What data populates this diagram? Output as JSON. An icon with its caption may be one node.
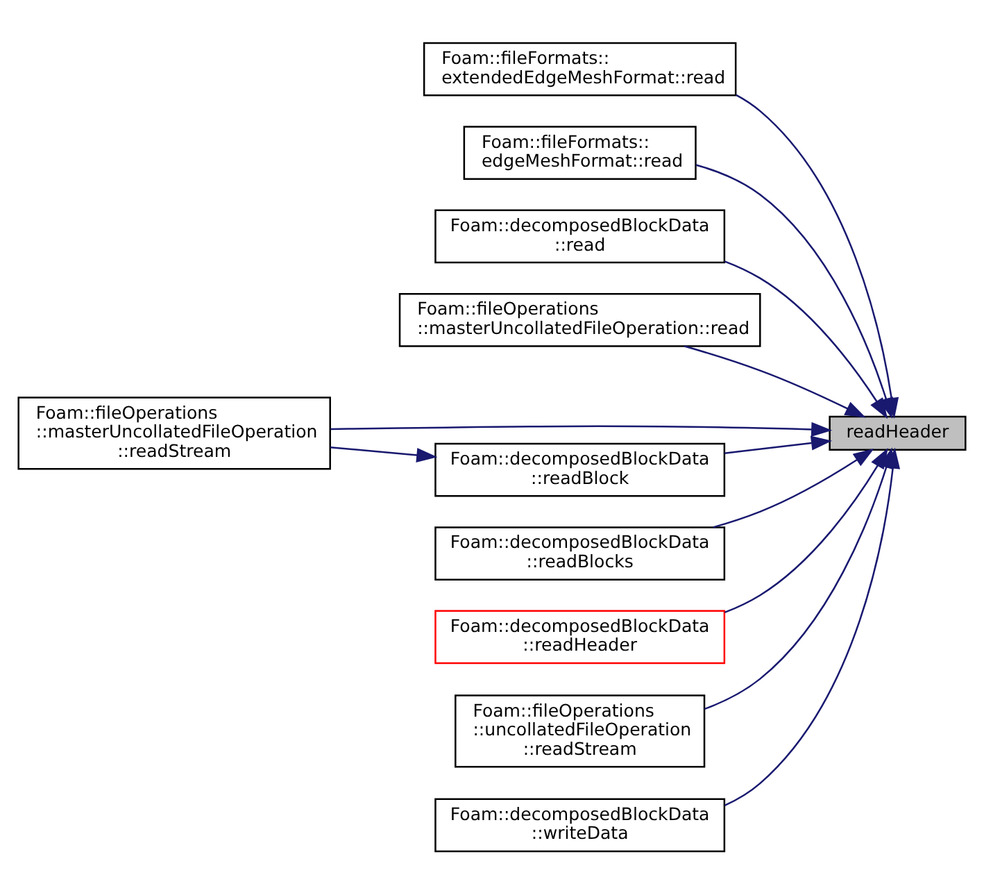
{
  "diagram": {
    "nodes": [
      {
        "text": [
          "readHeader"
        ]
      },
      {
        "text": [
          "Foam::fileFormats:: extendedEdgeMeshFormat::read"
        ]
      },
      {
        "text": [
          "Foam::fileFormats:: edgeMeshFormat::read"
        ]
      },
      {
        "text": [
          "Foam::decomposedBlockData ::read"
        ]
      },
      {
        "text": [
          "Foam::fileOperations ::masterUncollatedFileOperation::read"
        ]
      },
      {
        "text": [
          "Foam::decomposedBlockData ::readBlock"
        ]
      },
      {
        "text": [
          "Foam::fileOperations ::masterUncollatedFileOperation ::readStream"
        ]
      },
      {
        "text": [
          "Foam::decomposedBlockData ::readBlocks"
        ]
      },
      {
        "text": [
          "Foam::decomposedBlockData ::readHeader"
        ]
      },
      {
        "text": [
          "Foam::fileOperations ::uncollatedFileOperation ::readStream"
        ]
      },
      {
        "text": [
          "Foam::decomposedBlockData ::writeData"
        ]
      }
    ],
    "edges": [
      {
        "from": 1,
        "to": 0,
        "arrow": "to"
      },
      {
        "from": 2,
        "to": 0,
        "arrow": "to"
      },
      {
        "from": 3,
        "to": 0,
        "arrow": "to"
      },
      {
        "from": 4,
        "to": 0,
        "arrow": "to"
      },
      {
        "from": 5,
        "to": 0,
        "arrow": "to"
      },
      {
        "from": 6,
        "to": 5,
        "arrow": "to"
      },
      {
        "from": 6,
        "to": 0,
        "arrow": "to"
      },
      {
        "from": 7,
        "to": 0,
        "arrow": "to"
      },
      {
        "from": 8,
        "to": 0,
        "arrow": "to"
      },
      {
        "from": 9,
        "to": 0,
        "arrow": "to"
      },
      {
        "from": 10,
        "to": 0,
        "arrow": "to"
      }
    ]
  }
}
